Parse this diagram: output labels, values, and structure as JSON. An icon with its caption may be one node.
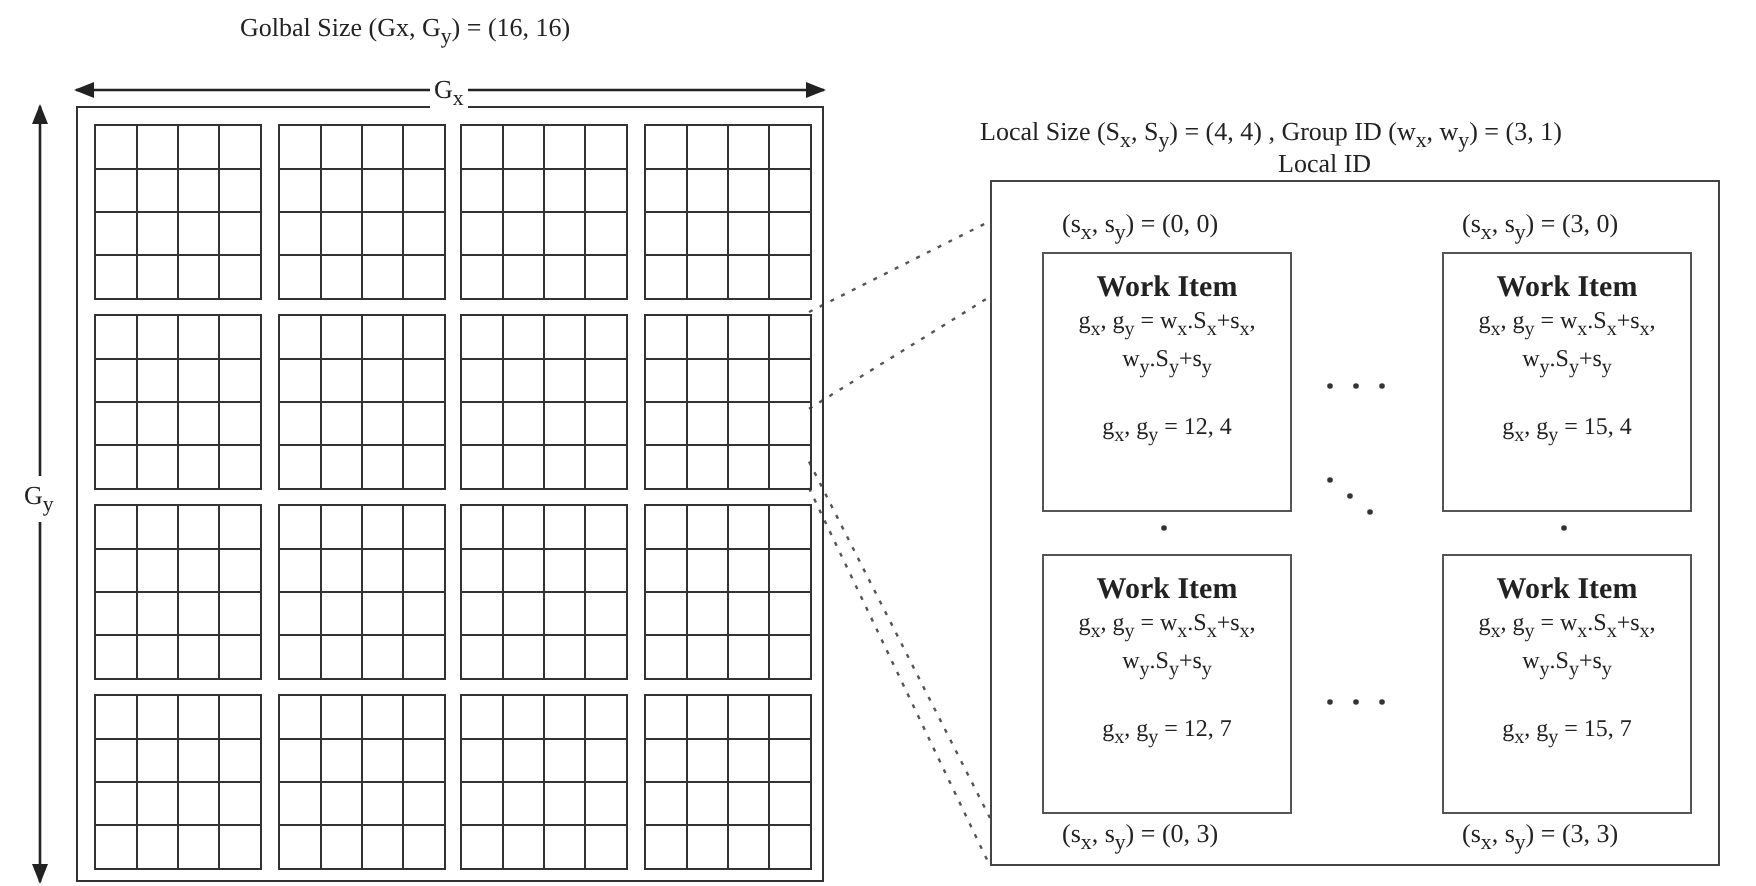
{
  "diagram": {
    "nodes": [
      {
        "text": [],
        "shape": "box"
      },
      {
        "text": [],
        "shape": "box",
        "in": 0
      },
      {
        "text": [],
        "shape": "box",
        "in": 0
      },
      {
        "text": [],
        "shape": "box",
        "in": 0
      },
      {
        "text": [],
        "shape": "box",
        "in": 0
      },
      {
        "text": [],
        "shape": "box",
        "in": 0
      },
      {
        "text": [],
        "shape": "box",
        "in": 0
      },
      {
        "text": [],
        "shape": "box",
        "in": 0
      },
      {
        "text": [],
        "shape": "box",
        "in": 0
      },
      {
        "text": [],
        "shape": "box",
        "in": 0
      },
      {
        "text": [],
        "shape": "box",
        "in": 0
      },
      {
        "text": [],
        "shape": "box",
        "in": 0
      },
      {
        "text": [],
        "shape": "box",
        "in": 0
      },
      {
        "text": [],
        "shape": "box",
        "in": 0
      },
      {
        "text": [],
        "shape": "box",
        "in": 0
      },
      {
        "text": [],
        "shape": "box",
        "in": 0
      },
      {
        "text": [],
        "shape": "box",
        "in": 0
      },
      {
        "text": [
          "Local Size (S$_{x}$, S$_{y}$) = (4, 4) ,   Group ID (w$_{x}$, w$_{y}$) = (3, 1)",
          "Local ID"
        ]
      },
      {
        "text": [
          "Work Item",
          "g$_{x}$, g$_{y}$ = w$_{x}$.S$_{x}$+s$_{x}$, w$_{y}$.S$_{y}$+s$_{y}$",
          "g$_{x}$, g$_{y}$ = 12, 4"
        ],
        "beside": [
          "(s$_{x}$, s$_{y}$) = (0, 0)"
        ],
        "in": 17
      },
      {
        "text": [
          "Work Item",
          "g$_{x}$, g$_{y}$ = w$_{x}$.S$_{x}$+s$_{x}$, w$_{y}$.S$_{y}$+s$_{y}$",
          "g$_{x}$, g$_{y}$ = 15, 4"
        ],
        "beside": [
          "(s$_{x}$, s$_{y}$) = (3, 0)"
        ],
        "in": 17
      },
      {
        "text": [
          "Work Item",
          "g$_{x}$, g$_{y}$ = w$_{x}$.S$_{x}$+s$_{x}$, w$_{y}$.S$_{y}$+s$_{y}$",
          "g$_{x}$, g$_{y}$ = 12, 7"
        ],
        "beside": [
          "(s$_{x}$, s$_{y}$) = (0, 3)"
        ],
        "in": 17
      },
      {
        "text": [
          "Work Item",
          "g$_{x}$, g$_{y}$ = w$_{x}$.S$_{x}$+s$_{x}$, w$_{y}$.S$_{y}$+s$_{y}$",
          "g$_{x}$, g$_{y}$ = 15, 7"
        ],
        "beside": [
          "(s$_{x}$, s$_{y}$) = (3, 3)"
        ],
        "in": 17
      }
    ],
    "edges": [
      {
        "from": 8,
        "to": 17,
        "arrow": "none",
        "style": "dashed"
      },
      {
        "from": 8,
        "to": 17,
        "arrow": "none",
        "style": "dashed"
      },
      {
        "from": 8,
        "to": 17,
        "arrow": "none",
        "style": "dashed"
      },
      {
        "from": 8,
        "to": 17,
        "arrow": "none",
        "style": "dashed"
      }
    ],
    "labels": [
      "Golbal Size (Gx, G$_{y}$) = (16, 16)",
      "G$_{x}$",
      "G$_{y}$"
    ]
  }
}
